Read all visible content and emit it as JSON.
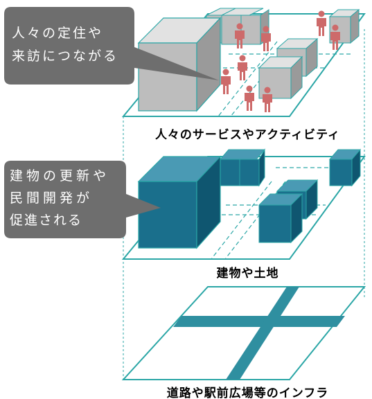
{
  "layers": {
    "top": {
      "label": "人々のサービスやアクティビティ"
    },
    "middle": {
      "label": "建物や土地"
    },
    "bottom": {
      "label": "道路や駅前広場等のインフラ"
    }
  },
  "callouts": {
    "top": {
      "lines": [
        "人々の定住や",
        "来訪につながる"
      ]
    },
    "middle": {
      "lines": [
        "建物の更新や",
        "民間開発が",
        "促進される"
      ]
    }
  },
  "colors": {
    "grid_line": "#2aa6a6",
    "top_box_front": "#bdbdbd",
    "top_box_top": "#e2e2e2",
    "top_box_side": "#9a9a9a",
    "person": "#cd6a6a",
    "mid_box_front": "#1a6f8c",
    "mid_box_top": "#4a9ab4",
    "mid_box_side": "#0f5670",
    "road": "#2f8fa0",
    "callout": "#6e6e6e"
  }
}
